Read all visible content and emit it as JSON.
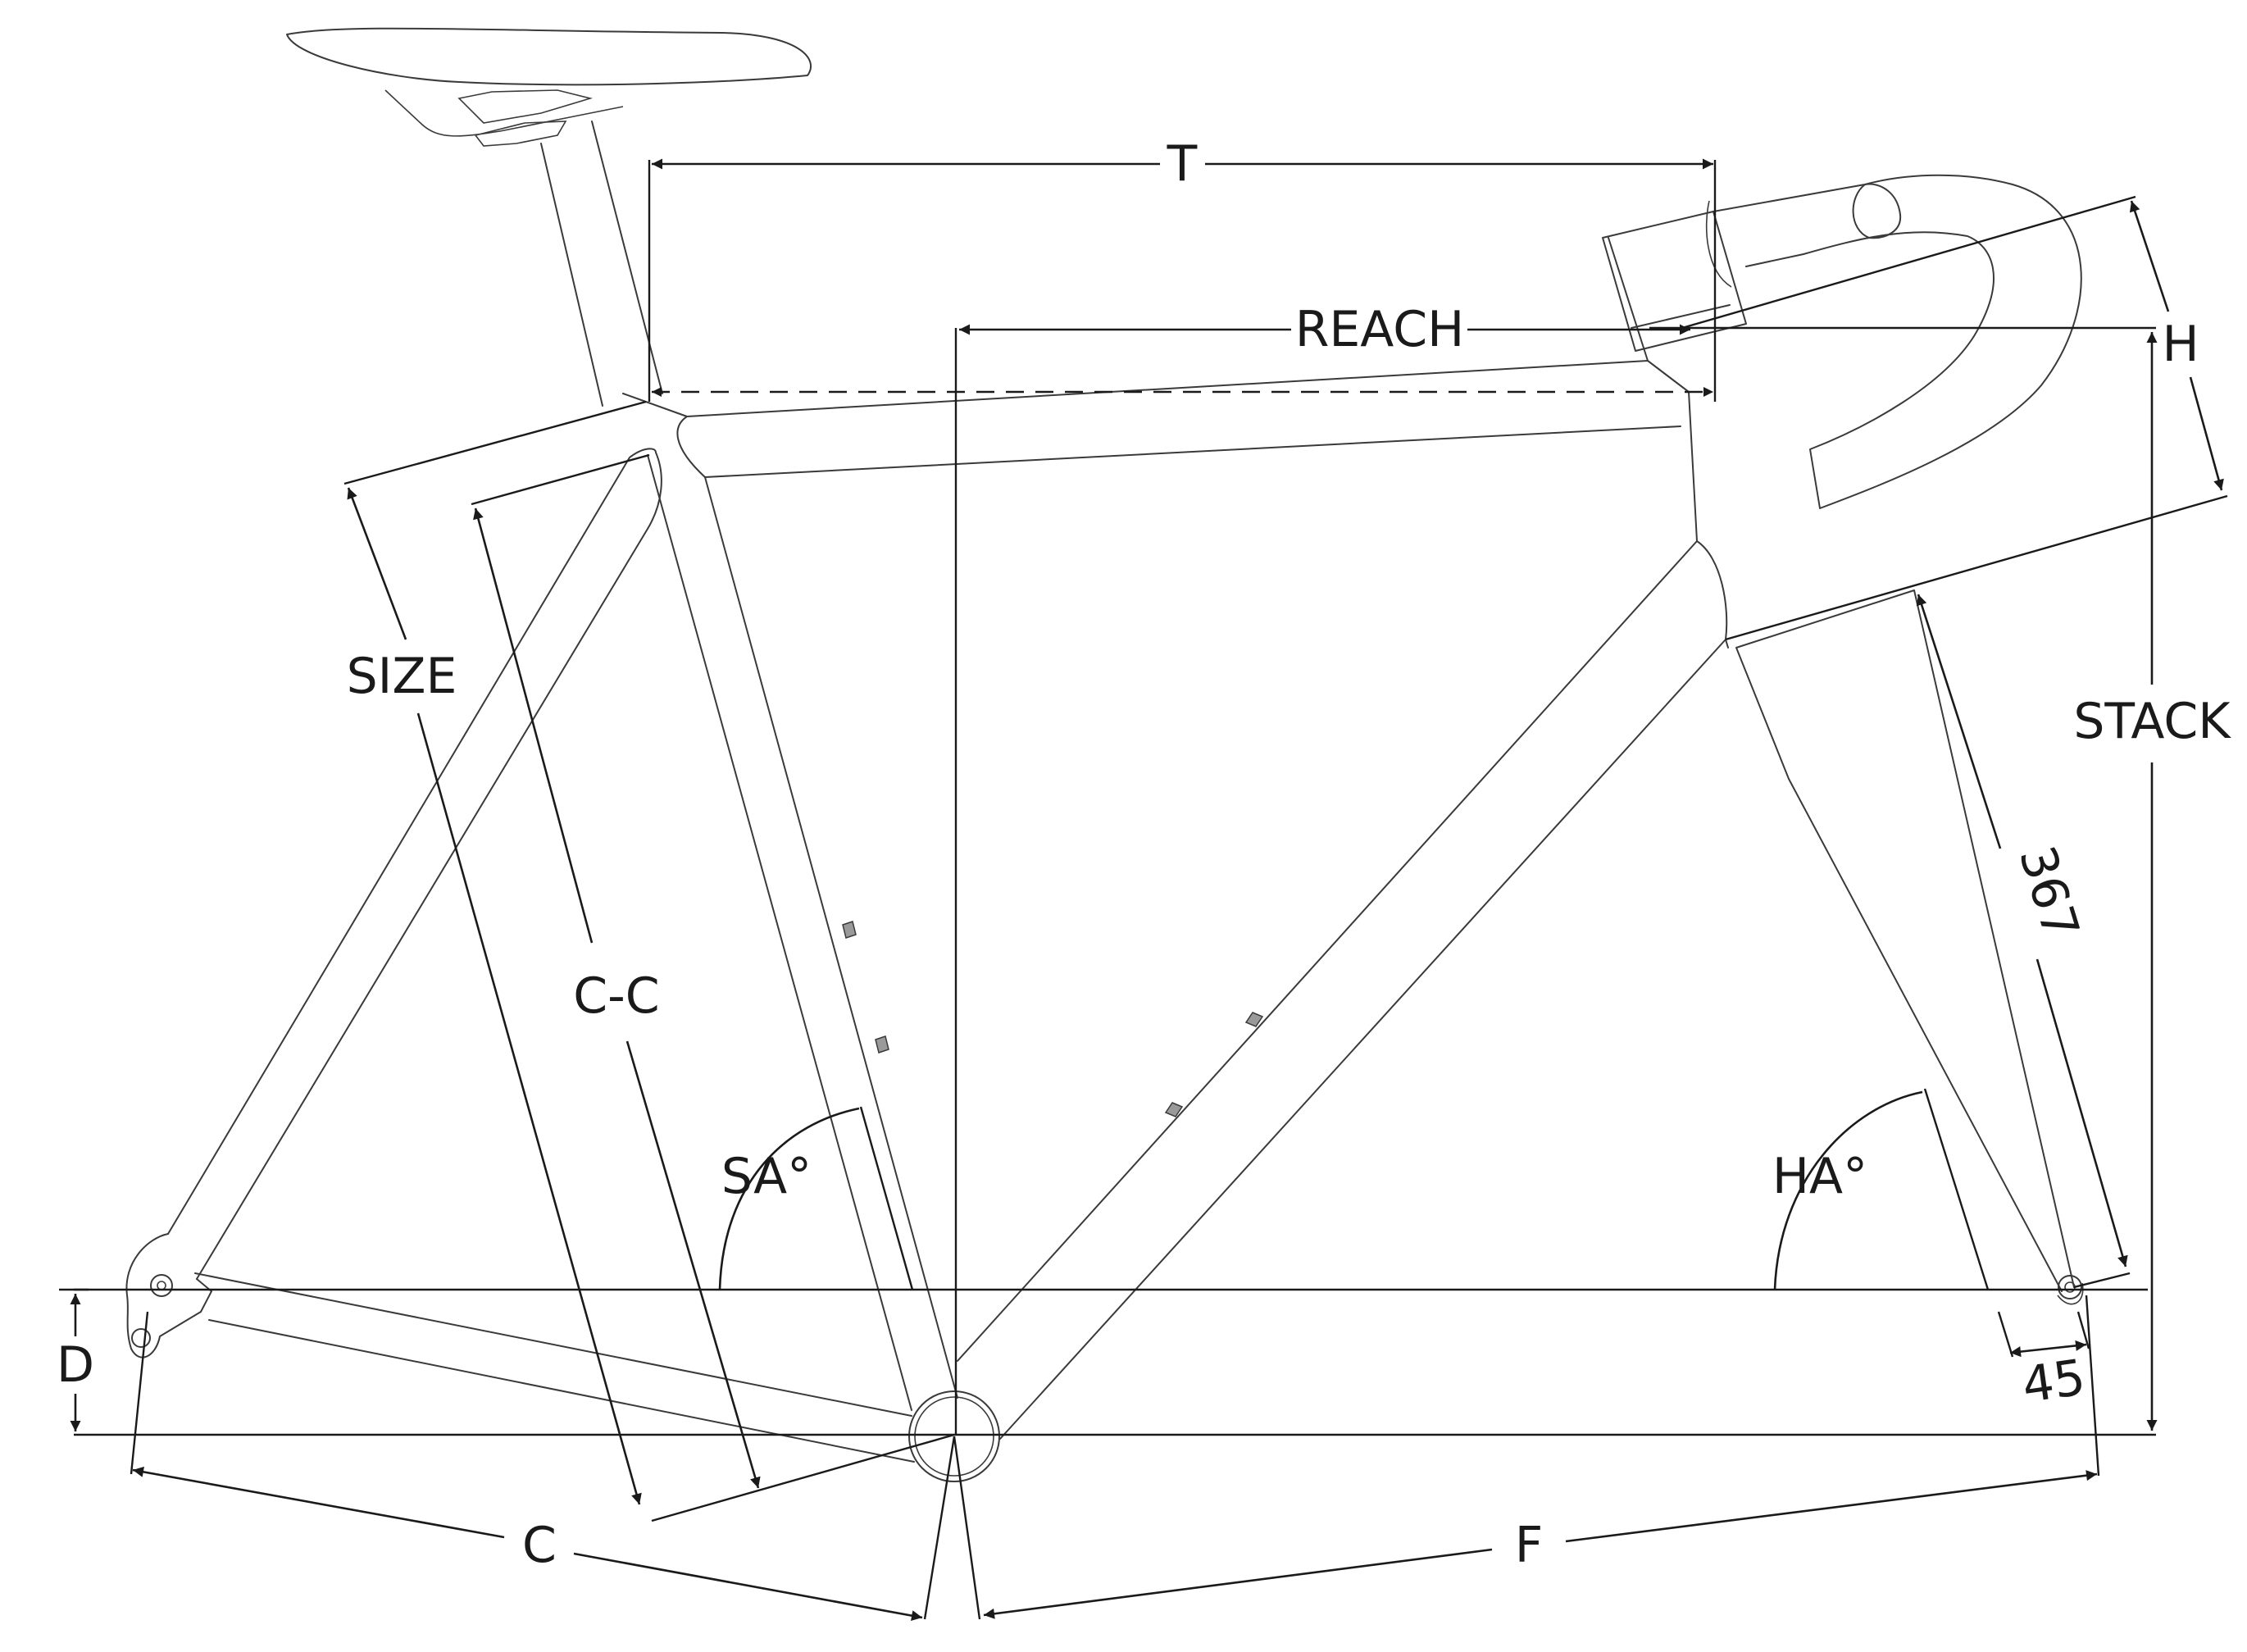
{
  "labels": {
    "t": "T",
    "reach": "REACH",
    "h": "H",
    "size": "SIZE",
    "stack": "STACK",
    "cc": "C-C",
    "fork_len": "367",
    "sa": "SA°",
    "ha": "HA°",
    "d": "D",
    "offset": "45",
    "c": "C",
    "f": "F"
  }
}
